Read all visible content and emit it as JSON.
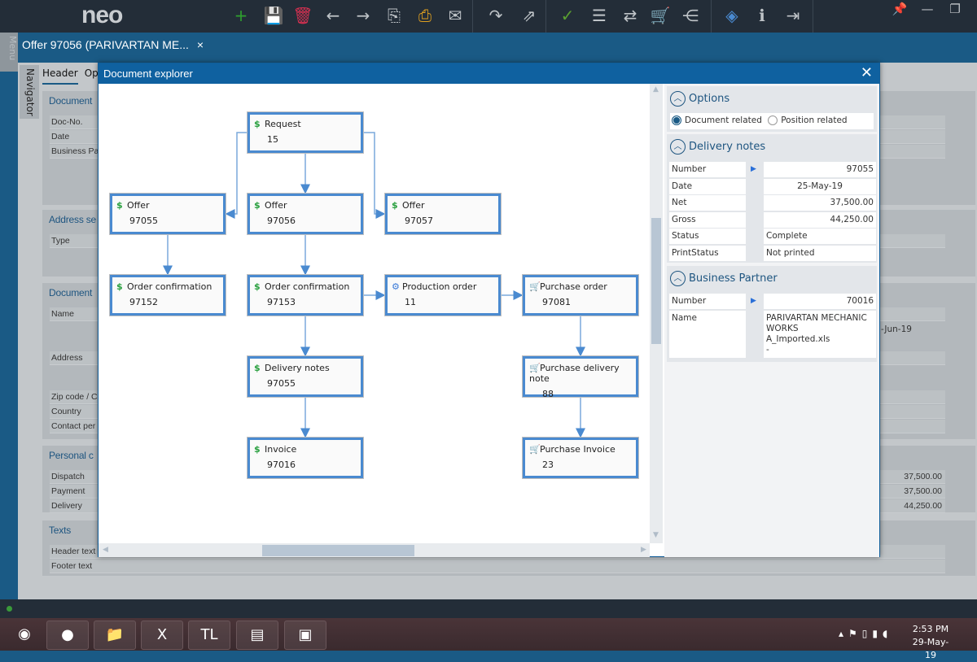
{
  "app": {
    "logo": "neo",
    "toolbar": [
      {
        "name": "add",
        "glyph": "+",
        "color": "#2fa02f"
      },
      {
        "name": "save",
        "glyph": "💾",
        "color": "#4a8ad0"
      },
      {
        "name": "delete",
        "glyph": "🗑",
        "color": "#d03050"
      },
      {
        "name": "back",
        "glyph": "←",
        "color": "#bfc4c8"
      },
      {
        "name": "forward",
        "glyph": "→",
        "color": "#bfc4c8"
      },
      {
        "name": "copy",
        "glyph": "⎘",
        "color": "#bfc4c8"
      },
      {
        "name": "print",
        "glyph": "⎙",
        "color": "#e0a020"
      },
      {
        "name": "mail",
        "glyph": "✉",
        "color": "#bfc4c8"
      },
      {
        "name": "redo",
        "glyph": "↷",
        "color": "#bfc4c8"
      },
      {
        "name": "export",
        "glyph": "⇗",
        "color": "#bfc4c8"
      },
      {
        "name": "approve",
        "glyph": "✓",
        "color": "#5aa030"
      },
      {
        "name": "sort",
        "glyph": "☰",
        "color": "#bfc4c8"
      },
      {
        "name": "transfer",
        "glyph": "⇄",
        "color": "#bfc4c8"
      },
      {
        "name": "cart",
        "glyph": "🛒",
        "color": "#bfc4c8"
      },
      {
        "name": "share",
        "glyph": "⋲",
        "color": "#bfc4c8"
      },
      {
        "name": "dropbox",
        "glyph": "◈",
        "color": "#4a8ad0"
      },
      {
        "name": "info",
        "glyph": "ℹ",
        "color": "#bfc4c8"
      },
      {
        "name": "exit",
        "glyph": "⇥",
        "color": "#bfc4c8"
      }
    ],
    "window_controls": [
      "📌",
      "—",
      "❐",
      "✕"
    ]
  },
  "tab": {
    "label": "Offer 97056 (PARIVARTAN ME...",
    "close": "×"
  },
  "menu_label": "Menu",
  "navigator_label": "Navigator",
  "subtabs": [
    "Header",
    "Op"
  ],
  "background_sections": [
    {
      "title": "Document",
      "rows": [
        "Doc-No.",
        "Date",
        "Business Pa"
      ]
    },
    {
      "title": "Address se",
      "rows": [
        "Type"
      ]
    },
    {
      "title": "Document",
      "rows": [
        "Name",
        "Address",
        "Zip code / C",
        "Country",
        "Contact per"
      ],
      "date": "-Jun-19"
    },
    {
      "title": "Personal c",
      "rows": [
        "Dispatch",
        "Payment",
        "Delivery"
      ],
      "values": [
        "37,500.00",
        "37,500.00",
        "44,250.00"
      ]
    },
    {
      "title": "Texts",
      "rows": [
        "Header text",
        "Footer text"
      ]
    }
  ],
  "dialog": {
    "title": "Document explorer",
    "close": "✕",
    "nodes": [
      {
        "type": "Request",
        "number": "15",
        "icon": "dollar"
      },
      {
        "type": "Offer",
        "number": "97055",
        "icon": "dollar"
      },
      {
        "type": "Offer",
        "number": "97056",
        "icon": "dollar"
      },
      {
        "type": "Offer",
        "number": "97057",
        "icon": "dollar"
      },
      {
        "type": "Order confirmation",
        "number": "97152",
        "icon": "dollar"
      },
      {
        "type": "Order confirmation",
        "number": "97153",
        "icon": "dollar"
      },
      {
        "type": "Production order",
        "number": "11",
        "icon": "gear"
      },
      {
        "type": "Purchase order",
        "number": "97081",
        "icon": "cart"
      },
      {
        "type": "Delivery notes",
        "number": "97055",
        "icon": "dollar"
      },
      {
        "type": "Purchase delivery note",
        "number": "88",
        "icon": "cart"
      },
      {
        "type": "Invoice",
        "number": "97016",
        "icon": "dollar"
      },
      {
        "type": "Purchase Invoice",
        "number": "23",
        "icon": "cart"
      }
    ],
    "edges": [
      [
        0,
        1
      ],
      [
        0,
        2
      ],
      [
        0,
        3
      ],
      [
        1,
        4
      ],
      [
        2,
        5
      ],
      [
        5,
        6
      ],
      [
        6,
        7
      ],
      [
        5,
        8
      ],
      [
        7,
        9
      ],
      [
        8,
        10
      ],
      [
        9,
        11
      ]
    ],
    "options": {
      "title": "Options",
      "radio": [
        {
          "label": "Document related",
          "selected": true
        },
        {
          "label": "Position related",
          "selected": false
        }
      ]
    },
    "delivery_notes": {
      "title": "Delivery notes",
      "fields": [
        {
          "label": "Number",
          "value": "97055"
        },
        {
          "label": "Date",
          "value": "25-May-19"
        },
        {
          "label": "Net",
          "value": "37,500.00"
        },
        {
          "label": "Gross",
          "value": "44,250.00"
        },
        {
          "label": "Status",
          "value": "Complete"
        },
        {
          "label": "PrintStatus",
          "value": "Not printed"
        }
      ]
    },
    "business_partner": {
      "title": "Business Partner",
      "fields": [
        {
          "label": "Number",
          "value": "70016"
        },
        {
          "label": "Name",
          "lines": [
            "PARIVARTAN MECHANIC",
            "WORKS",
            "A_Imported.xls",
            "-"
          ]
        }
      ]
    }
  },
  "taskbar": {
    "apps": [
      "start",
      "chrome",
      "explorer",
      "excel",
      "tl-neo",
      "app",
      "photos"
    ],
    "time": "2:53 PM",
    "date": "29-May-19"
  }
}
